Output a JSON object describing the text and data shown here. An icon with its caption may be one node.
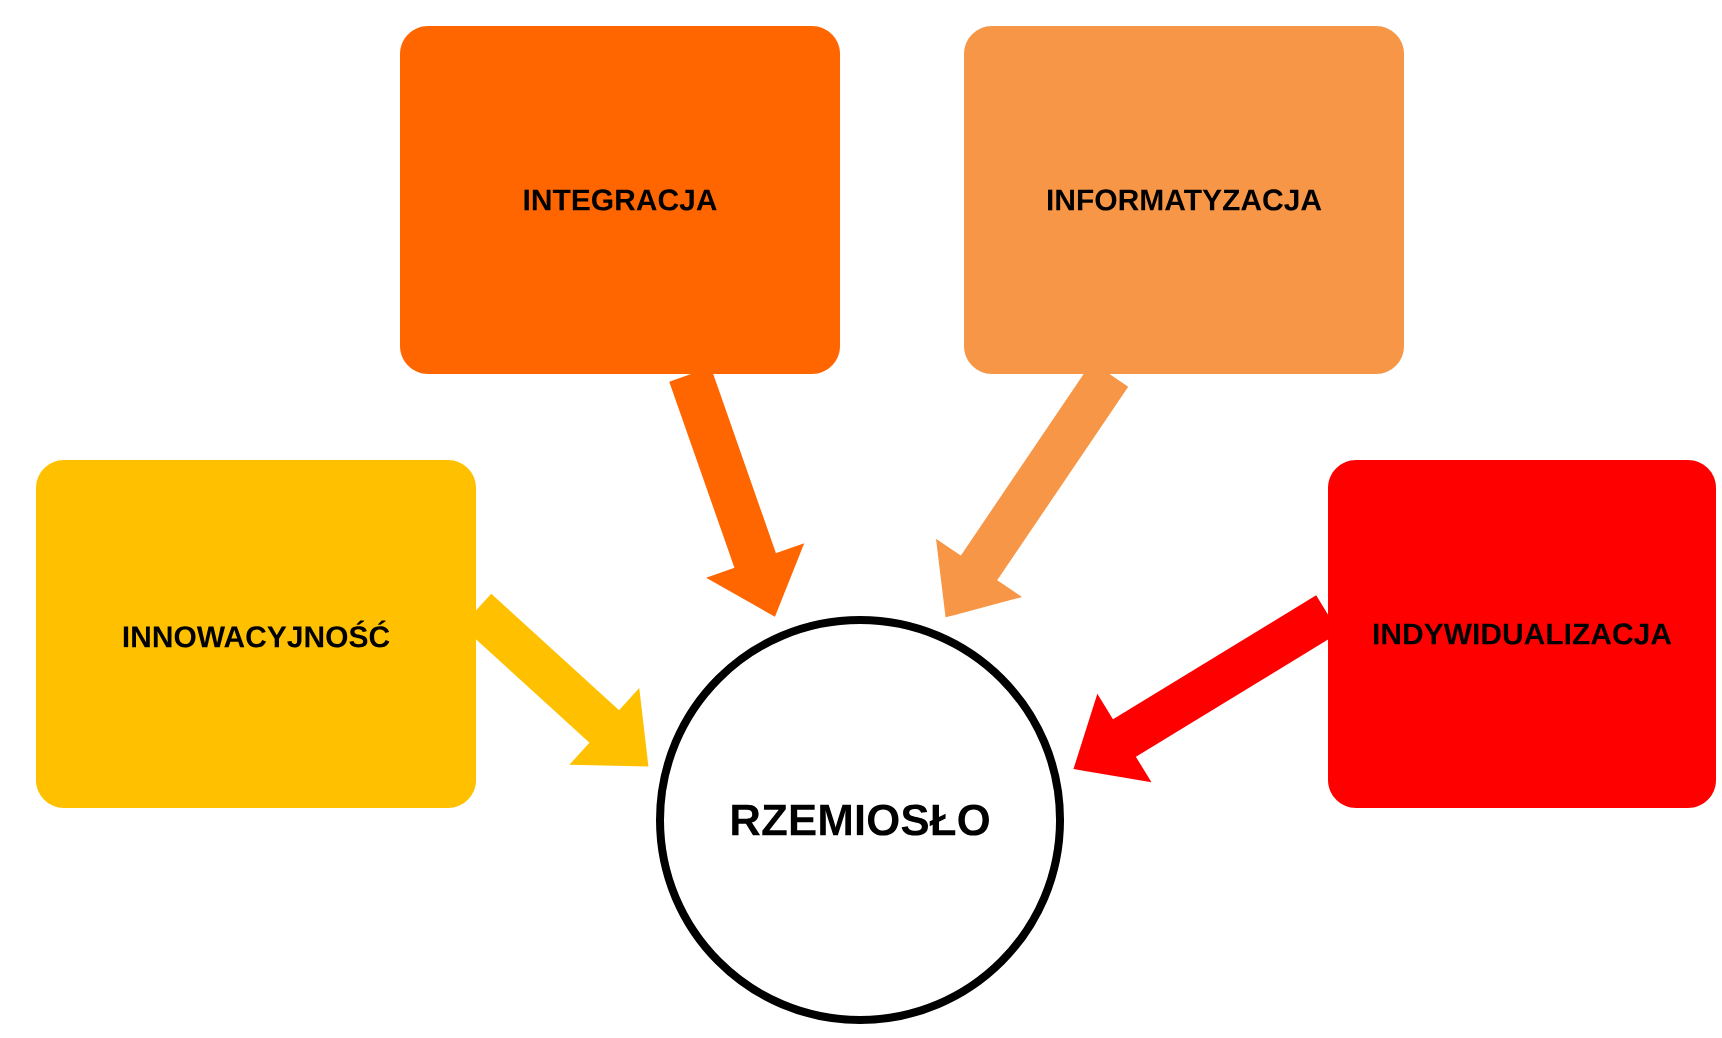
{
  "diagram": {
    "nodes": [
      {
        "text": [
          "INTEGRACJA"
        ]
      },
      {
        "text": [
          "INFORMATYZACJA"
        ]
      },
      {
        "text": [
          "INNOWACYJNOŚĆ"
        ]
      },
      {
        "text": [
          "INDYWIDUALIZACJA"
        ]
      },
      {
        "text": [
          "RZEMIOSŁO"
        ]
      }
    ],
    "edges": [
      {
        "from": 0,
        "to": 4,
        "arrow": "to",
        "color": "#ff6600"
      },
      {
        "from": 1,
        "to": 4,
        "arrow": "to",
        "color": "#f79646"
      },
      {
        "from": 2,
        "to": 4,
        "arrow": "to",
        "color": "#ffc000"
      },
      {
        "from": 3,
        "to": 4,
        "arrow": "to",
        "color": "#ff0000"
      }
    ]
  }
}
